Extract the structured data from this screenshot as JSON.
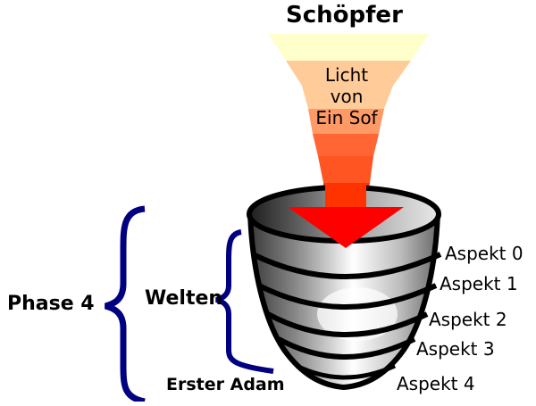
{
  "diagram": {
    "title": "Schöpfer",
    "funnel_text": [
      "Licht",
      "von",
      "Ein Sof"
    ],
    "aspects": [
      "Aspekt 0",
      "Aspekt 1",
      "Aspekt 2",
      "Aspekt 3",
      "Aspekt 4"
    ],
    "phase_label": "Phase 4",
    "worlds_label": "Welten",
    "adam_label": "Erster Adam",
    "colors": {
      "funnel_bands": [
        "#ffffcc",
        "#ffcc99",
        "#ff9966",
        "#ff6633",
        "#ff3300"
      ],
      "arrow": "#ff0000",
      "brace": "#000080",
      "vessel_dark": "#4a4a4a",
      "vessel_light": "#ffffff",
      "outline": "#000000"
    }
  }
}
